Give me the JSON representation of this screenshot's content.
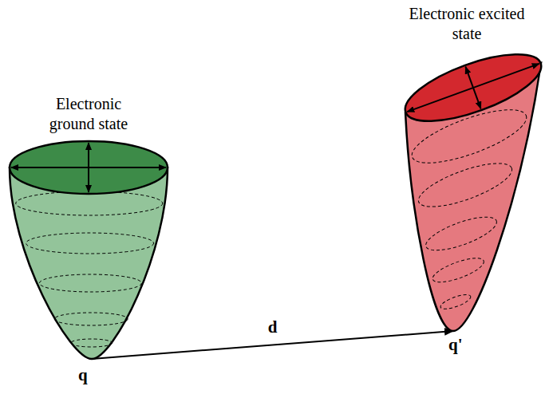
{
  "diagram": {
    "nodes": [
      {
        "text": [
          "Electronic ground state"
        ]
      },
      {
        "text": [
          "Electronic excited state"
        ]
      }
    ],
    "edges": [
      {
        "from": 0,
        "to": 1,
        "arrow": "to",
        "label": "d"
      }
    ],
    "labels": [
      "q",
      "q'"
    ]
  }
}
